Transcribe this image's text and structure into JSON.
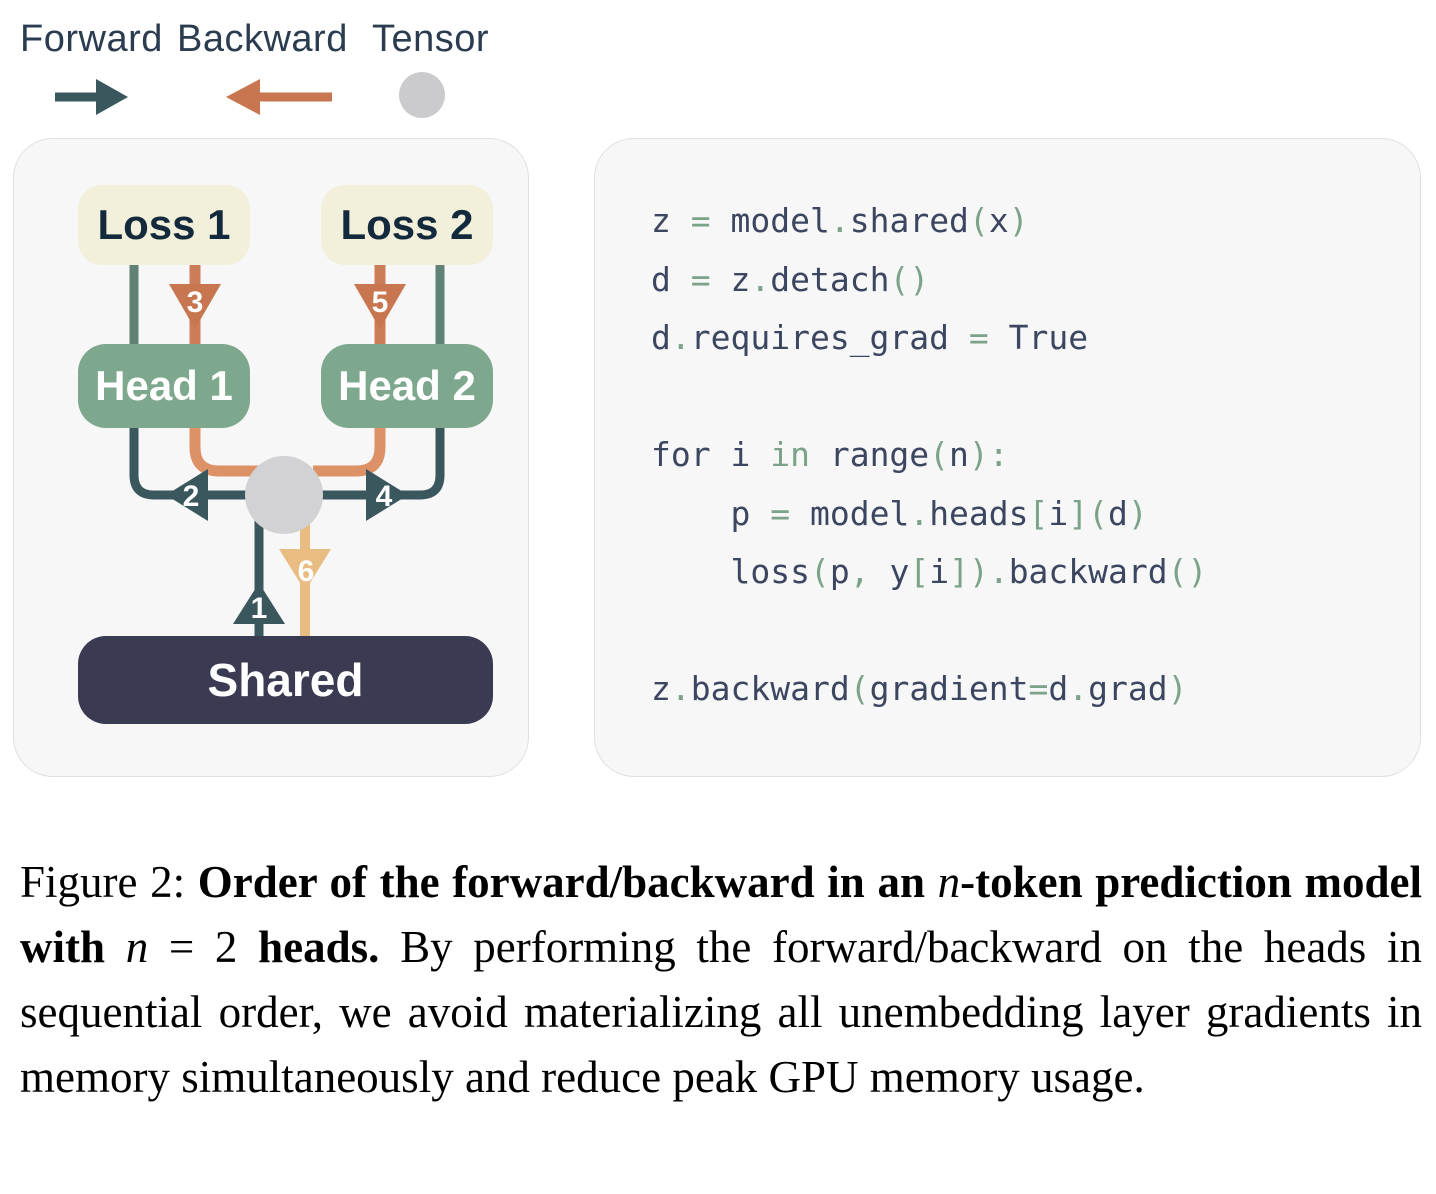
{
  "legend": {
    "items": [
      {
        "label": "Forward",
        "icon": "forward-arrow-icon",
        "color": "#3a575d"
      },
      {
        "label": "Backward",
        "icon": "backward-arrow-icon",
        "color": "#c8764f"
      },
      {
        "label": "Tensor",
        "icon": "tensor-circle-icon",
        "color": "#cbcbcd"
      }
    ]
  },
  "diagram": {
    "nodes": {
      "loss1": "Loss 1",
      "loss2": "Loss 2",
      "head1": "Head 1",
      "head2": "Head 2",
      "shared": "Shared"
    },
    "steps": [
      "1",
      "2",
      "3",
      "4",
      "5",
      "6"
    ],
    "colors": {
      "forward_line": "#3a575d",
      "head_to_loss_line": "#5f8274",
      "backward_arrow": "#c8764f",
      "backward_curve": "#dc9166",
      "gradient_to_shared": "#e9bd81",
      "tensor_circle": "#d2d2d4",
      "loss_box": "#f2efda",
      "head_box": "#7ea88d",
      "shared_box": "#3a3a52"
    }
  },
  "code": {
    "lines": [
      [
        {
          "c": "d",
          "t": "z "
        },
        {
          "c": "g",
          "t": "= "
        },
        {
          "c": "d",
          "t": "model"
        },
        {
          "c": "g",
          "t": "."
        },
        {
          "c": "d",
          "t": "shared"
        },
        {
          "c": "g",
          "t": "("
        },
        {
          "c": "d",
          "t": "x"
        },
        {
          "c": "g",
          "t": ")"
        }
      ],
      [
        {
          "c": "d",
          "t": "d "
        },
        {
          "c": "g",
          "t": "= "
        },
        {
          "c": "d",
          "t": "z"
        },
        {
          "c": "g",
          "t": "."
        },
        {
          "c": "d",
          "t": "detach"
        },
        {
          "c": "g",
          "t": "()"
        }
      ],
      [
        {
          "c": "d",
          "t": "d"
        },
        {
          "c": "g",
          "t": "."
        },
        {
          "c": "d",
          "t": "requires_grad "
        },
        {
          "c": "g",
          "t": "= "
        },
        {
          "c": "d",
          "t": "True"
        }
      ],
      [
        {
          "c": "d",
          "t": "for i "
        },
        {
          "c": "g",
          "t": "in "
        },
        {
          "c": "d",
          "t": "range"
        },
        {
          "c": "g",
          "t": "("
        },
        {
          "c": "d",
          "t": "n"
        },
        {
          "c": "g",
          "t": "):"
        }
      ],
      [
        {
          "c": "d",
          "t": "    p "
        },
        {
          "c": "g",
          "t": "= "
        },
        {
          "c": "d",
          "t": "model"
        },
        {
          "c": "g",
          "t": "."
        },
        {
          "c": "d",
          "t": "heads"
        },
        {
          "c": "g",
          "t": "["
        },
        {
          "c": "d",
          "t": "i"
        },
        {
          "c": "g",
          "t": "]("
        },
        {
          "c": "d",
          "t": "d"
        },
        {
          "c": "g",
          "t": ")"
        }
      ],
      [
        {
          "c": "d",
          "t": "    loss"
        },
        {
          "c": "g",
          "t": "("
        },
        {
          "c": "d",
          "t": "p"
        },
        {
          "c": "g",
          "t": ", "
        },
        {
          "c": "d",
          "t": "y"
        },
        {
          "c": "g",
          "t": "["
        },
        {
          "c": "d",
          "t": "i"
        },
        {
          "c": "g",
          "t": "])."
        },
        {
          "c": "d",
          "t": "backward"
        },
        {
          "c": "g",
          "t": "()"
        }
      ],
      [
        {
          "c": "d",
          "t": "z"
        },
        {
          "c": "g",
          "t": "."
        },
        {
          "c": "d",
          "t": "backward"
        },
        {
          "c": "g",
          "t": "("
        },
        {
          "c": "d",
          "t": "gradient"
        },
        {
          "c": "g",
          "t": "="
        },
        {
          "c": "d",
          "t": "d"
        },
        {
          "c": "g",
          "t": "."
        },
        {
          "c": "d",
          "t": "grad"
        },
        {
          "c": "g",
          "t": ")"
        }
      ]
    ]
  },
  "caption": {
    "prefix": "Figure 2: ",
    "bold1": "Order of the forward/backward in an ",
    "math1": "n",
    "bold2": "-token prediction model with ",
    "math2": "n",
    "roman2": " = 2",
    "bold3": " heads.",
    "rest": " By performing the forward/backward on the heads in sequential order, we avoid materializing all unembedding layer gradients in memory simultaneously and reduce peak GPU memory usage."
  }
}
